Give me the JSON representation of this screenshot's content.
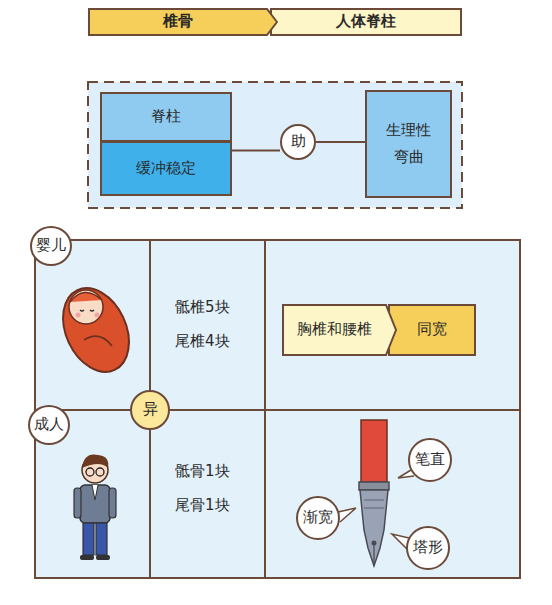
{
  "diagram": {
    "nodes": [
      {
        "text": [
          "椎骨"
        ]
      },
      {
        "text": [
          "人体脊柱"
        ]
      },
      {
        "text": [
          "脊柱"
        ]
      },
      {
        "text": [
          "缓冲稳定"
        ]
      },
      {
        "text": [
          "助"
        ]
      },
      {
        "text": [
          "生理性 弯曲"
        ]
      },
      {
        "text": [
          "婴儿"
        ]
      },
      {
        "text": [
          "胸椎和腰椎"
        ]
      },
      {
        "text": [
          "同宽"
        ]
      },
      {
        "text": [
          "异"
        ]
      },
      {
        "text": [
          "成人"
        ]
      },
      {
        "text": [
          "笔直"
        ]
      },
      {
        "text": [
          "渐宽"
        ]
      },
      {
        "text": [
          "塔形"
        ]
      }
    ],
    "edges": [
      {
        "from": 3,
        "to": 4,
        "arrow": "none"
      },
      {
        "from": 4,
        "to": 5,
        "arrow": "none"
      }
    ],
    "labels": [
      "骶椎5块",
      "尾椎4块",
      "骶骨1块",
      "尾骨1块"
    ]
  }
}
